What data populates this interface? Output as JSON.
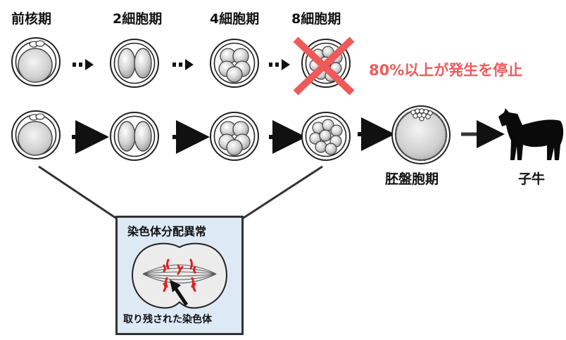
{
  "stages": {
    "pronuclear": "前核期",
    "two_cell": "2細胞期",
    "four_cell": "4細胞期",
    "eight_cell": "8細胞期",
    "blastocyst": "胚盤胞期",
    "calf": "子牛"
  },
  "arrest_note": "80%以上が発生を停止",
  "inset": {
    "title": "染色体分配異常",
    "caption": "取り残された染色体"
  },
  "colors": {
    "warning": "#ee5a5a",
    "inset_bg": "#dde9f5",
    "chromosome": "#e02020",
    "cell_fill": "#d9d9d9"
  }
}
